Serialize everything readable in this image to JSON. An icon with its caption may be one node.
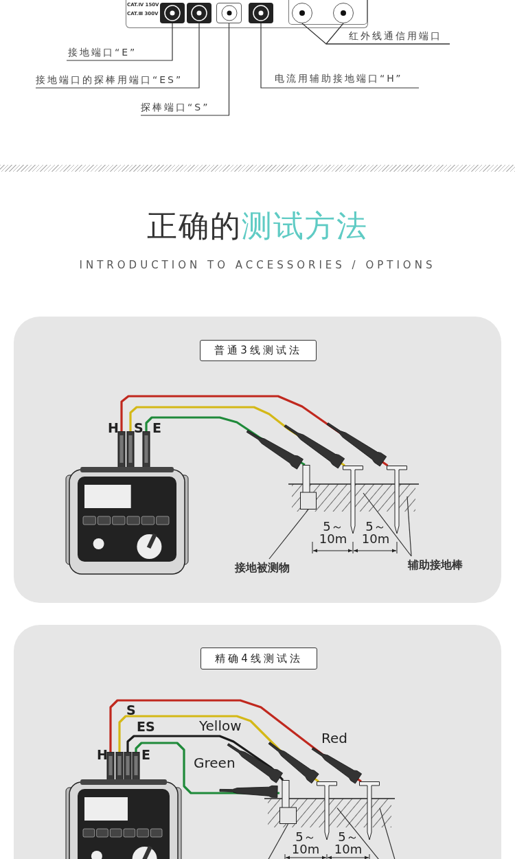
{
  "diagram": {
    "title": "正确的测试方法",
    "nodes": [
      {
        "text": [],
        "shape": "box"
      },
      {
        "text": [],
        "shape": "box"
      },
      {
        "text": [],
        "shape": "box"
      },
      {
        "text": [],
        "shape": "box"
      },
      {
        "text": [],
        "shape": "circle"
      },
      {
        "text": [],
        "shape": "circle"
      },
      {
        "text": [
          "红外线通信用端口"
        ]
      },
      {
        "text": [
          "接地端口“E”"
        ]
      },
      {
        "text": [
          "电流用辅助接地端口“H”"
        ]
      },
      {
        "text": [
          "接地端口的探棒用端口“ES”"
        ]
      },
      {
        "text": [
          "探棒端口“S”"
        ]
      },
      {
        "text": [],
        "shape": "box"
      },
      {
        "text": [
          "普通3线测试法"
        ],
        "in": 11
      },
      {
        "text": [],
        "shape": "picture",
        "in": 11
      },
      {
        "text": [],
        "shape": "box",
        "in": 11
      },
      {
        "text": [],
        "shape": "bar",
        "in": 11
      },
      {
        "text": [],
        "shape": "bar",
        "in": 11
      },
      {
        "text": [
          "接地被测物"
        ],
        "in": 11
      },
      {
        "text": [
          "辅助接地棒"
        ],
        "in": 11
      },
      {
        "text": [],
        "shape": "box"
      },
      {
        "text": [
          "精确4线测试法"
        ],
        "in": 19
      },
      {
        "text": [],
        "shape": "picture",
        "in": 19
      },
      {
        "text": [],
        "shape": "box",
        "in": 19
      },
      {
        "text": [],
        "shape": "bar",
        "in": 19
      },
      {
        "text": [],
        "shape": "bar",
        "in": 19
      }
    ],
    "edges": [
      {
        "from": 7,
        "to": 0,
        "arrow": "none"
      },
      {
        "from": 9,
        "to": 1,
        "arrow": "none"
      },
      {
        "from": 10,
        "to": 2,
        "arrow": "none"
      },
      {
        "from": 8,
        "to": 3,
        "arrow": "none"
      },
      {
        "from": 6,
        "to": 4,
        "arrow": "none"
      },
      {
        "from": 6,
        "to": 5,
        "arrow": "none"
      },
      {
        "from": 13,
        "to": 16,
        "arrow": "none",
        "style": "thick",
        "color": "#c0281e"
      },
      {
        "from": 13,
        "to": 15,
        "arrow": "none",
        "style": "thick",
        "color": "#d4b817"
      },
      {
        "from": 13,
        "to": 14,
        "arrow": "none",
        "style": "thick",
        "color": "#1f8a3a"
      },
      {
        "from": 17,
        "to": 14,
        "arrow": "none"
      },
      {
        "from": 18,
        "to": 15,
        "arrow": "none"
      },
      {
        "from": 18,
        "to": 16,
        "arrow": "none"
      },
      {
        "from": 21,
        "to": 24,
        "arrow": "none",
        "style": "thick",
        "color": "#c0281e"
      },
      {
        "from": 21,
        "to": 23,
        "arrow": "none",
        "style": "thick",
        "color": "#d4b817"
      },
      {
        "from": 21,
        "to": 22,
        "arrow": "none",
        "style": "thick",
        "color": "#1a1a1a"
      },
      {
        "from": 21,
        "to": 22,
        "arrow": "none",
        "style": "thick",
        "color": "#1f8a3a"
      },
      {
        "from": null,
        "to": 22,
        "arrow": "none"
      },
      {
        "from": null,
        "to": 23,
        "arrow": "none"
      },
      {
        "from": null,
        "to": 24,
        "arrow": "none"
      }
    ],
    "labels": [
      "CAT.Ⅳ 150V",
      "CAT.Ⅲ 300V",
      "INTRODUCTION TO ACCESSORIES / OPTIONS",
      "H",
      "S",
      "E",
      "5～ 10m",
      "5～ 10m",
      "S",
      "ES",
      "Yellow",
      "Red",
      "H",
      "E",
      "Green",
      "5～ 10m",
      "5～ 10m"
    ]
  }
}
